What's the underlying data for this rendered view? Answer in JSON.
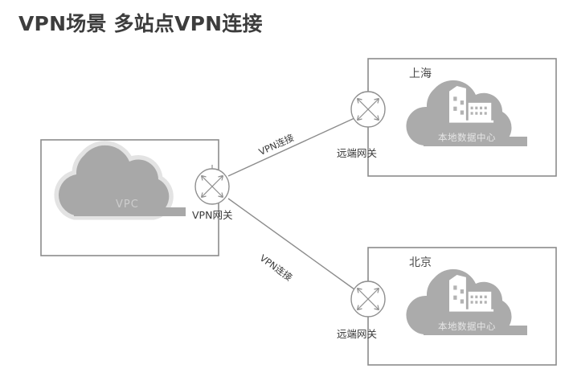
{
  "page": {
    "title": "VPN场景 多站点VPN连接",
    "background": "#ffffff"
  },
  "colors": {
    "title_text": "#3d3d3d",
    "box_border": "#8c8c8c",
    "cloud_fill": "#ababab",
    "vpc_cloud_fill": "#a8a8a8",
    "vpc_cloud_halo": "#e3e3e3",
    "line": "#8c8c8c",
    "icon_stroke": "#8c8c8c",
    "building_fill": "#ffffff",
    "cloud_label_text": "#e6e6e6",
    "vpc_label_text": "#cdcdcd"
  },
  "diagram": {
    "vpc_zone": {
      "name": "vpc-zone",
      "cloud_label": "VPC"
    },
    "vpn_gateway": {
      "icon": "vpn-gateway-icon",
      "label": "VPN网关"
    },
    "connections": [
      {
        "id": "conn-shanghai",
        "label": "VPN连接",
        "from": "VPN网关",
        "to": "远端网关"
      },
      {
        "id": "conn-beijing",
        "label": "VPN连接",
        "from": "VPN网关",
        "to": "远端网关"
      }
    ],
    "sites": [
      {
        "id": "site-shanghai",
        "region_label": "上海",
        "gateway_label": "远端网关",
        "gateway_icon": "remote-gateway-icon",
        "cloud_label": "本地数据中心",
        "datacenter_icon": "buildings-icon"
      },
      {
        "id": "site-beijing",
        "region_label": "北京",
        "gateway_label": "远端网关",
        "gateway_icon": "remote-gateway-icon",
        "cloud_label": "本地数据中心",
        "datacenter_icon": "buildings-icon"
      }
    ]
  }
}
